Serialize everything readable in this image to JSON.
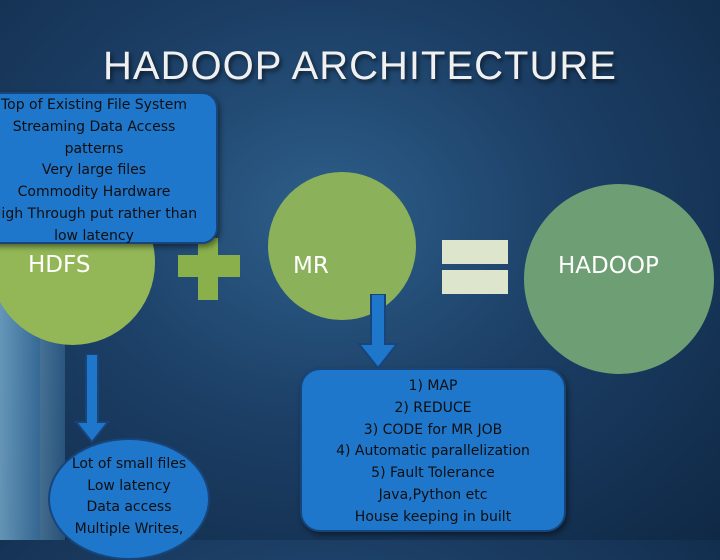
{
  "title": "HADOOP ARCHITECTURE",
  "components": {
    "hdfs": "HDFS",
    "mr": "MR",
    "hadoop": "HADOOP"
  },
  "hdfs_features": [
    "Top of Existing File System",
    "Streaming Data Access",
    "patterns",
    "Very large files",
    "Commodity Hardware",
    "High Through put rather than",
    "low latency"
  ],
  "hdfs_limitations": [
    "Lot of small files",
    "Low latency",
    "Data access",
    "Multiple Writes,"
  ],
  "mr_features": [
    "1) MAP",
    "2) REDUCE",
    "3) CODE for MR JOB",
    "4) Automatic parallelization",
    "5) Fault Tolerance",
    "Java,Python etc",
    "House keeping in built"
  ],
  "colors": {
    "background": "#1c3f66",
    "hdfs_circle": "#93b756",
    "mr_circle": "#8bb25a",
    "hadoop_circle": "#6e9e74",
    "callout_fill": "#1f77cc",
    "plus_sign": "#8ab04b",
    "equals_sign": "#dde5cc"
  }
}
